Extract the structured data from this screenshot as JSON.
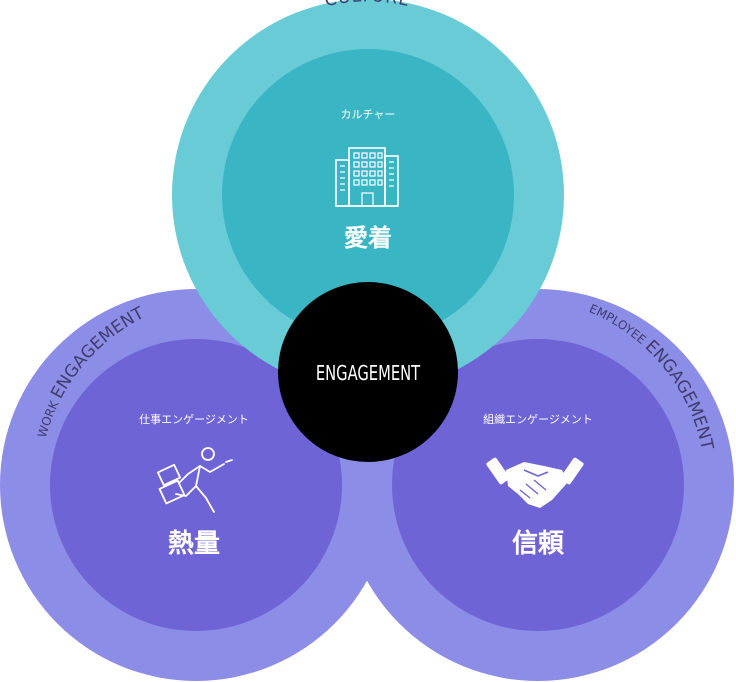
{
  "colors": {
    "culture_outer": "#68cbd6",
    "culture_inner": "#3ab5c4",
    "work_outer": "#8b8de6",
    "work_inner": "#6f64d6",
    "employee_outer": "#8b8de6",
    "employee_inner": "#6f64d6",
    "center": "#000000",
    "label_dark": "#3f3d6e",
    "text_light": "#ffffff"
  },
  "center": {
    "label": "ENGAGEMENT"
  },
  "culture": {
    "arc_label": "CULTURE",
    "subtitle": "カルチャー",
    "title": "愛着",
    "icon": "building-icon"
  },
  "work": {
    "arc_label_small": "WORK",
    "arc_label_big": "ENGAGEMENT",
    "subtitle": "仕事エンゲージメント",
    "title": "熱量",
    "icon": "running-businessman-icon"
  },
  "employee": {
    "arc_label_small": "EMPLOYEE",
    "arc_label_big": "ENGAGEMENT",
    "subtitle": "組織エンゲージメント",
    "title": "信頼",
    "icon": "handshake-icon"
  }
}
